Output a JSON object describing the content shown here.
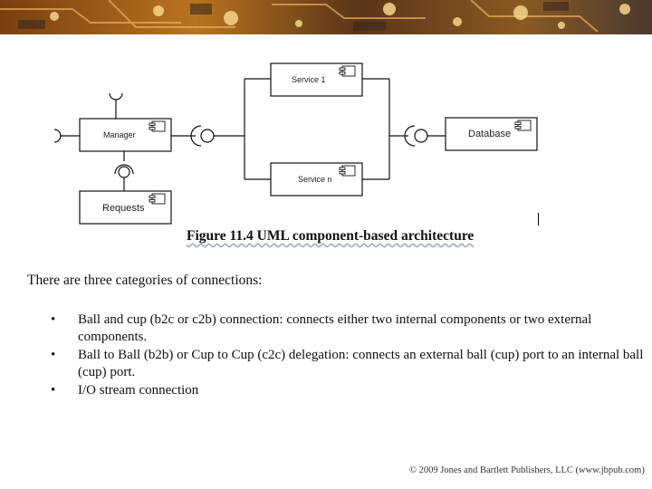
{
  "diagram": {
    "components": {
      "manager": "Manager",
      "requests": "Requests",
      "service1": "Service 1",
      "servicen": "Service n",
      "database": "Database"
    }
  },
  "caption": "Figure 11.4 UML component-based architecture",
  "intro": "There are three categories of connections:",
  "bullets": [
    "Ball and cup (b2c or c2b) connection: connects either two internal components or two external components.",
    "Ball to Ball (b2b) or Cup to Cup (c2c) delegation: connects an external ball (cup) port to an internal ball (cup) port.",
    "I/O stream connection"
  ],
  "footer": "© 2009 Jones and Bartlett Publishers, LLC (www.jbpub.com)",
  "colors": {
    "banner_base": "#6b3a12",
    "banner_highlight": "#f2b84a",
    "text": "#111111"
  }
}
